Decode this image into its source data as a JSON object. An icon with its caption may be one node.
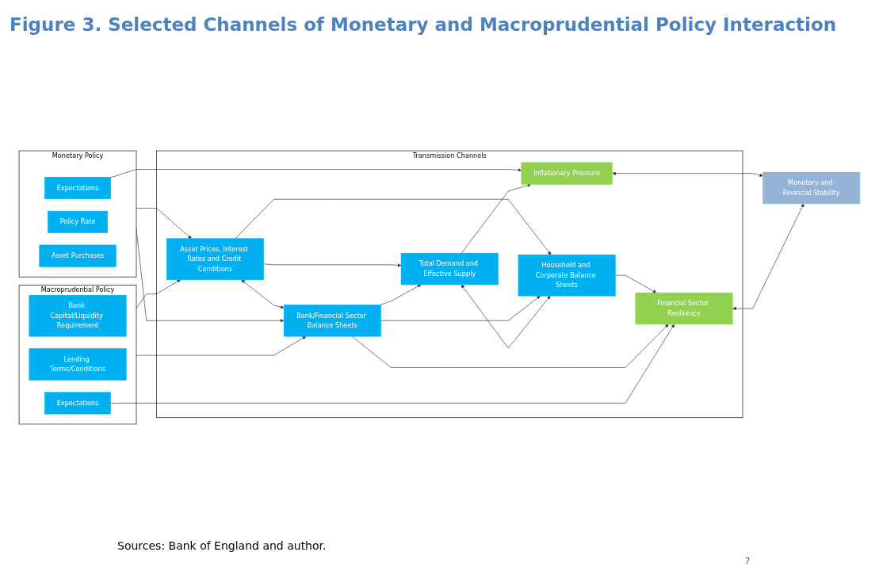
{
  "diagram": {
    "title": "Figure 3. Selected Channels of Monetary and Macroprudential Policy Interaction",
    "nodes": [
      {
        "text": [
          "Monetary Policy"
        ]
      },
      {
        "text": [
          "Expectations"
        ],
        "in": 0
      },
      {
        "text": [
          "Policy Rate"
        ],
        "in": 0
      },
      {
        "text": [
          "Asset Purchases"
        ],
        "in": 0
      },
      {
        "text": [
          "Macroprudential Policy"
        ]
      },
      {
        "text": [
          "Bank Capital/Liquidity Requirement"
        ],
        "in": 4
      },
      {
        "text": [
          "Lending Terms/Conditions"
        ],
        "in": 4
      },
      {
        "text": [
          "Expectations"
        ],
        "in": 4
      },
      {
        "text": [
          "Transmission Channels"
        ]
      },
      {
        "text": [
          "Asset Prices, Interest Rates and Credit Conditions"
        ],
        "in": 8
      },
      {
        "text": [
          "Bank/Financial Sector Balance Sheets"
        ],
        "in": 8
      },
      {
        "text": [
          "Inflationary Pressure"
        ],
        "in": 8
      },
      {
        "text": [
          "Total Demand and Effective Supply"
        ],
        "in": 8
      },
      {
        "text": [
          "Household and Corporate Balance Sheets"
        ],
        "in": 8
      },
      {
        "text": [
          "Financial Sector Resilience"
        ],
        "in": 8
      },
      {
        "text": [
          "Monetary and Financial Stability"
        ]
      }
    ],
    "edges": [
      {
        "from": 1,
        "to": 11,
        "arrow": "to"
      },
      {
        "from": 0,
        "to": 9,
        "arrow": "to"
      },
      {
        "from": 0,
        "to": 10,
        "arrow": "to"
      },
      {
        "from": 4,
        "to": 9,
        "arrow": "to"
      },
      {
        "from": 4,
        "to": 10,
        "arrow": "to"
      },
      {
        "from": 9,
        "to": 10,
        "arrow": "both"
      },
      {
        "from": 9,
        "to": 12,
        "arrow": "to"
      },
      {
        "from": 9,
        "to": 13,
        "arrow": "to"
      },
      {
        "from": 10,
        "to": 12,
        "arrow": "to"
      },
      {
        "from": 10,
        "to": 13,
        "arrow": "to"
      },
      {
        "from": 12,
        "to": 11,
        "arrow": "to"
      },
      {
        "from": 12,
        "to": 13,
        "arrow": "both"
      },
      {
        "from": 13,
        "to": 14,
        "arrow": "to"
      },
      {
        "from": 10,
        "to": 14,
        "arrow": "to"
      },
      {
        "from": 7,
        "to": 14,
        "arrow": "to"
      },
      {
        "from": 11,
        "to": 15,
        "arrow": "both"
      },
      {
        "from": 14,
        "to": 15,
        "arrow": "both"
      }
    ],
    "caption": "Sources: Bank of England and author.",
    "labels": [
      "7"
    ]
  }
}
